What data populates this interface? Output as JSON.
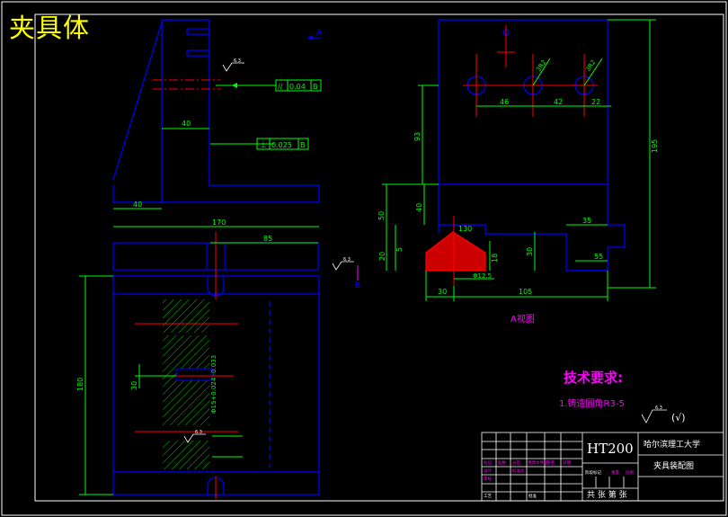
{
  "title": "夹具体",
  "material": "HT200",
  "school": "哈尔滨理工大学",
  "drawing_name": "夹具装配图",
  "sheet_text": "共 张 第 张",
  "view_label": "A视图",
  "tech_title": "技术要求:",
  "tech_note": "1.铸造圆角R3-5",
  "surface_note": "(√)",
  "roughness": "6.3",
  "marker_a": "A",
  "marker_b": "B",
  "tolerance_parallel": {
    "symbol": "//",
    "value": "0.04",
    "datum": "B"
  },
  "tolerance_perp": {
    "symbol": "⊥",
    "value": "0.025",
    "datum": "B"
  },
  "dims_front": {
    "d40_top": "40",
    "d40_left": "40",
    "d170": "170",
    "d85": "85",
    "d180": "180",
    "d30": "30",
    "d_hole": "Φ15+0.024 -0.033"
  },
  "dims_side": {
    "d93": "93",
    "d40": "40",
    "d50": "50",
    "d20": "20",
    "d5": "5",
    "d130": "130",
    "d18": "18",
    "d30": "30",
    "d105": "105",
    "d12": "Φ12.5",
    "d30b": "30",
    "d35": "35",
    "d55": "55",
    "d46": "46",
    "d42": "42",
    "d22": "22",
    "d195": "195",
    "d3r2": "3R2",
    "d3r2b": "3R2"
  },
  "title_block_small": [
    "标记",
    "处数",
    "分区",
    "更改文件号",
    "签名",
    "日期",
    "设计",
    "标准化",
    "阶段标记",
    "重量",
    "比例",
    "审核",
    "工艺",
    "批准"
  ],
  "colors": {
    "title": "#ffff00",
    "outline": "#0000ff",
    "dimension": "#00ff00",
    "center": "#ff0000",
    "annotation": "#ff00ff",
    "border": "#ffffff"
  }
}
